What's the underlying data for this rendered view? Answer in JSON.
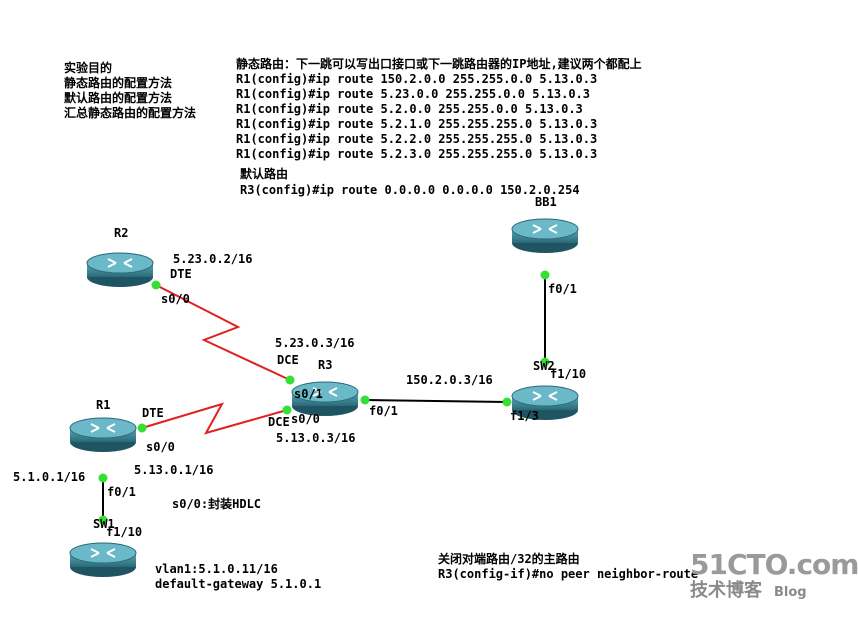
{
  "goals": {
    "title": "实验目的",
    "items": [
      "静态路由的配置方法",
      "默认路由的配置方法",
      "汇总静态路由的配置方法"
    ]
  },
  "static_route": {
    "heading": "静态路由：下一跳可以写出口接口或下一跳路由器的IP地址,建议两个都配上",
    "commands": [
      "R1(config)#ip route 150.2.0.0 255.255.0.0 5.13.0.3",
      "R1(config)#ip route 5.23.0.0 255.255.0.0 5.13.0.3",
      "R1(config)#ip route 5.2.0.0 255.255.0.0 5.13.0.3",
      "R1(config)#ip route 5.2.1.0 255.255.255.0 5.13.0.3",
      "R1(config)#ip route 5.2.2.0 255.255.255.0 5.13.0.3",
      "R1(config)#ip route 5.2.3.0 255.255.255.0 5.13.0.3"
    ]
  },
  "default_route": {
    "heading": "默认路由",
    "command": "R3(config)#ip route 0.0.0.0 0.0.0.0 150.2.0.254"
  },
  "devices": {
    "r1": "R1",
    "r2": "R2",
    "r3": "R3",
    "bb1": "BB1",
    "sw1": "SW1",
    "sw2": "SW2"
  },
  "labels": {
    "r2_ip": "5.23.0.2/16",
    "r2_dte": "DTE",
    "r2_s00": "s0/0",
    "r3_top_ip": "5.23.0.3/16",
    "r3_dce_top": "DCE",
    "r3_s01": "s0/1",
    "r3_dce_bottom": "DCE",
    "r3_s00": "s0/0",
    "r3_bottom_ip": "5.13.0.3/16",
    "r3_f01": "f0/1",
    "link_r3_sw2": "150.2.0.3/16",
    "sw2_f13": "f1/3",
    "sw2_f110": "f1/10",
    "bb1_f01": "f0/1",
    "r1_dte": "DTE",
    "r1_s00": "s0/0",
    "r1_s00_ip": "5.13.0.1/16",
    "r1_f01_ip": "5.1.0.1/16",
    "r1_f01": "f0/1",
    "sw1_f110": "f1/10",
    "hdlc_note": "s0/0:封装HDLC",
    "vlan": "vlan1:5.1.0.11/16",
    "gateway": "default-gateway 5.1.0.1"
  },
  "peer_note": {
    "heading": "关闭对端路由/32的主路由",
    "command": "R3(config-if)#no peer neighbor-route"
  },
  "watermark": {
    "logo": "51CTO.com",
    "sub": "技术博客",
    "blog": "Blog"
  },
  "colors": {
    "serial_link": "#e02020",
    "ethernet_link": "#000000",
    "port_dot": "#33e033",
    "device_fill": "#3a8a9a"
  }
}
